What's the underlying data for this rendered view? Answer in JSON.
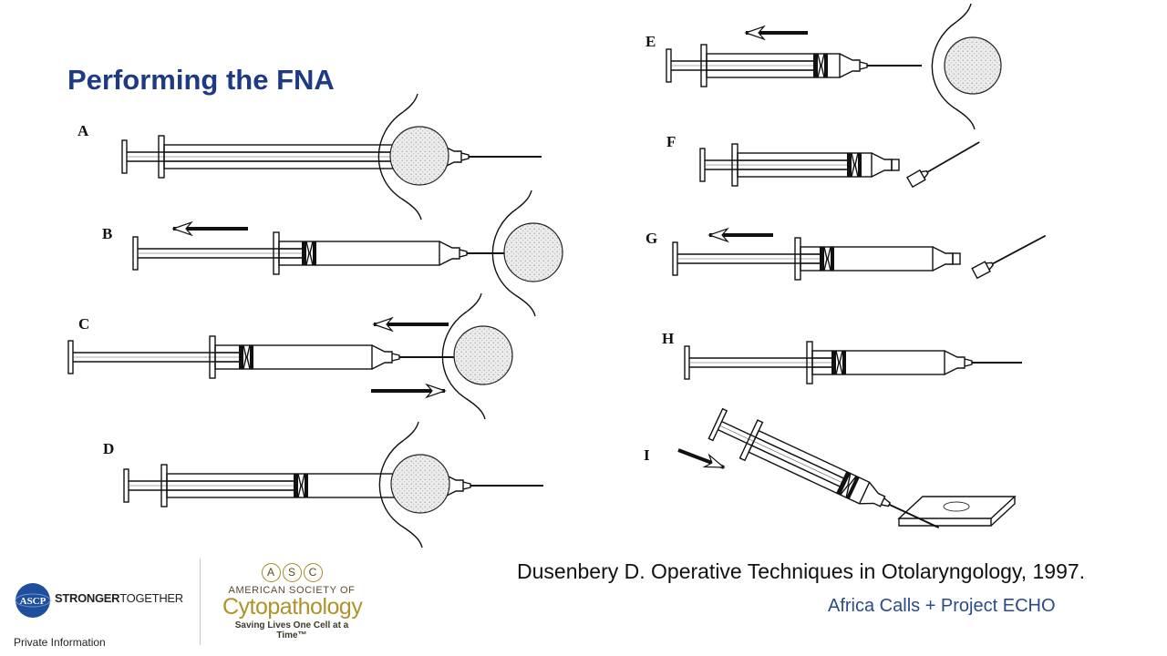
{
  "slide": {
    "title": "Performing the FNA",
    "citation": "Dusenbery D. Operative Techniques in Otolaryngology, 1997.",
    "program": "Africa Calls + Project ECHO"
  },
  "panels": [
    "A",
    "B",
    "C",
    "D",
    "E",
    "F",
    "G",
    "H",
    "I"
  ],
  "footer": {
    "ascp_badge": "ASCP",
    "stronger_bold": "STRONGER",
    "stronger_rest": "TOGETHER",
    "private": "Private Information",
    "asc_letters": [
      "A",
      "S",
      "C"
    ],
    "asc_line1": "AMERICAN SOCIETY OF",
    "asc_line2": "Cytopathology",
    "asc_line3": "Saving Lives One Cell at a Time™"
  },
  "colors": {
    "title": "#1f3a84",
    "program": "#2a4a8c",
    "ascp_blue": "#1f4e9c",
    "asc_gold": "#b0922a",
    "lesion_fill": "#e4e4e4"
  }
}
